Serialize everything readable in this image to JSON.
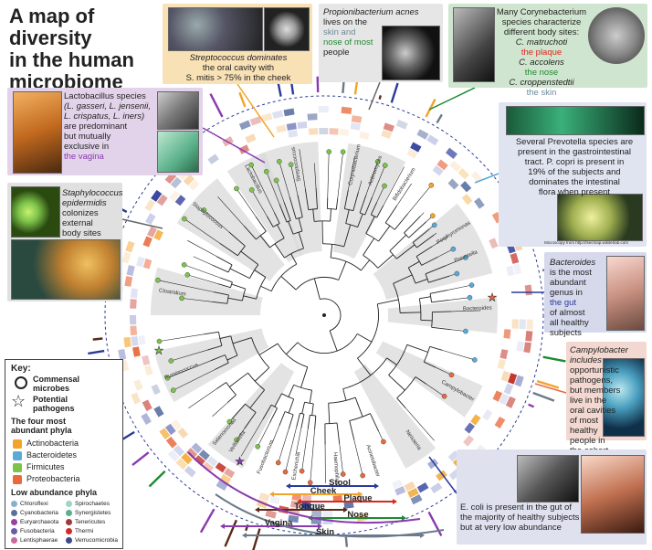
{
  "title": [
    "A map of",
    "diversity",
    "in the human",
    "microbiome"
  ],
  "panels": {
    "streptococcus": [
      "Streptococcus dominates",
      "the oral cavity with",
      "S. mitis > 75% in the cheek"
    ],
    "propionibacterium": [
      "Propionibacterium acnes",
      "lives on the",
      "skin and",
      "nose of most",
      "people"
    ],
    "corynebacterium": {
      "text": [
        "Many Corynebacterium",
        "species characterize",
        "different body sites:"
      ],
      "species": [
        {
          "name": "C. matruchoti",
          "site": "the plaque",
          "site_color": "#d9281e"
        },
        {
          "name": "C. accolens",
          "site": "the nose",
          "site_color": "#1e8a32"
        },
        {
          "name": "C. croppenstedtii",
          "site": "the skin",
          "site_color": "#6b8a99"
        }
      ]
    },
    "lactobacillus": [
      "Lactobacillus species",
      "(L. gasseri, L. jensenii,",
      "L. crispatus, L. iners)",
      "are predominant",
      "but mutually",
      "exclusive in",
      "the vagina"
    ],
    "prevotella": [
      "Several Prevotella species are",
      "present in the gastrointestinal",
      "tract.   P. copri is present in",
      "19% of the subjects and",
      "dominates the intestinal",
      "flora when present"
    ],
    "prevotella_credit": "Microscopy from http://lsecmap.wikiterlab.com",
    "staphylococcus": [
      "Staphylococcus",
      "epidermidis",
      "colonizes",
      "external",
      "body sites"
    ],
    "bacteroides": [
      "Bacteroides",
      "is the most",
      "abundant",
      "genus in",
      "the gut",
      "of almost",
      "all healthy",
      "subjects"
    ],
    "campylobacter": [
      "Campylobacter includes",
      "opportunistic",
      "pathogens,",
      "but members",
      "live in the",
      "oral cavities",
      "of most",
      "healthy",
      "people in",
      "the cohort"
    ],
    "ecoli": [
      "E. coli is present in the gut of",
      "the majority of healthy subjects",
      "but at very low abundance"
    ]
  },
  "key": {
    "title": "Key:",
    "commensal": [
      "Commensal",
      "microbes"
    ],
    "pathogens": [
      "Potential",
      "pathogens"
    ],
    "major_title": [
      "The four most",
      "abundant phyla"
    ],
    "major_phyla": [
      {
        "name": "Actinobacteria",
        "color": "#f2a42a"
      },
      {
        "name": "Bacteroidetes",
        "color": "#5aaad8"
      },
      {
        "name": "Firmicutes",
        "color": "#7dc34a"
      },
      {
        "name": "Proteobacteria",
        "color": "#e8693c"
      }
    ],
    "minor_title": "Low abundance phyla",
    "minor_phyla": [
      {
        "name": "Chloroflexi",
        "color": "#8ab0d0"
      },
      {
        "name": "Cyanobacteria",
        "color": "#5a6fa0"
      },
      {
        "name": "Euryarchaeota",
        "color": "#9b3fa0"
      },
      {
        "name": "Fusobacteria",
        "color": "#6a5aa8"
      },
      {
        "name": "Lentisphaerae",
        "color": "#c86aa0"
      },
      {
        "name": "Spirochaetes",
        "color": "#9dd6c8"
      },
      {
        "name": "Synergistetes",
        "color": "#5ab08a"
      },
      {
        "name": "Tenericutes",
        "color": "#a03a3a"
      },
      {
        "name": "Thermi",
        "color": "#d22a2a"
      },
      {
        "name": "Verrucomicrobia",
        "color": "#3a4a8a"
      }
    ]
  },
  "sites": [
    {
      "name": "Stool",
      "color": "#2a3a9a"
    },
    {
      "name": "Cheek",
      "color": "#f2a42a"
    },
    {
      "name": "Plaque",
      "color": "#d9281e"
    },
    {
      "name": "Tongue",
      "color": "#5a2a1a"
    },
    {
      "name": "Nose",
      "color": "#1e8a32"
    },
    {
      "name": "Vagina",
      "color": "#8a3ab0"
    },
    {
      "name": "Skin",
      "color": "#6a7a88"
    }
  ],
  "clades": [
    {
      "name": "Streptococcus",
      "angle": -100,
      "color": "#7dc34a"
    },
    {
      "name": "Corynebacterium",
      "angle": -78
    },
    {
      "name": "Actinomyces",
      "angle": -70
    },
    {
      "name": "Bifidobacterium",
      "angle": -58
    },
    {
      "name": "Porphyromonas",
      "angle": -32
    },
    {
      "name": "Prevotella",
      "angle": -22
    },
    {
      "name": "Bacteroides",
      "angle": -2
    },
    {
      "name": "Campylobacter",
      "angle": 30
    },
    {
      "name": "Neisseria",
      "angle": 55
    },
    {
      "name": "Acinetobacter",
      "angle": 72
    },
    {
      "name": "Haemophilus",
      "angle": 86
    },
    {
      "name": "Escherichia",
      "angle": 100
    },
    {
      "name": "Fusobacterium",
      "angle": 112
    },
    {
      "name": "Veillonella",
      "angle": 124
    },
    {
      "name": "Selenomonas",
      "angle": 130
    },
    {
      "name": "Ruminococcus",
      "angle": 158
    },
    {
      "name": "Clostridium",
      "angle": 188
    },
    {
      "name": "Staphylococcus",
      "angle": 220
    },
    {
      "name": "Lactobacillus",
      "angle": 242
    }
  ]
}
